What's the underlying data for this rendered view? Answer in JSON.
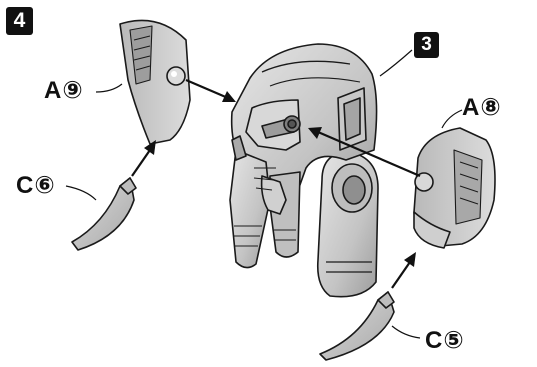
{
  "steps": {
    "main": "4",
    "sub": "3"
  },
  "labels": {
    "a9": "A⑨",
    "a8": "A⑧",
    "c6": "C⑥",
    "c5": "C⑤"
  },
  "colors": {
    "part": "#cfcfcf",
    "part_dark": "#9a9a9a",
    "outline": "#1a1a1a",
    "badge": "#111111"
  }
}
